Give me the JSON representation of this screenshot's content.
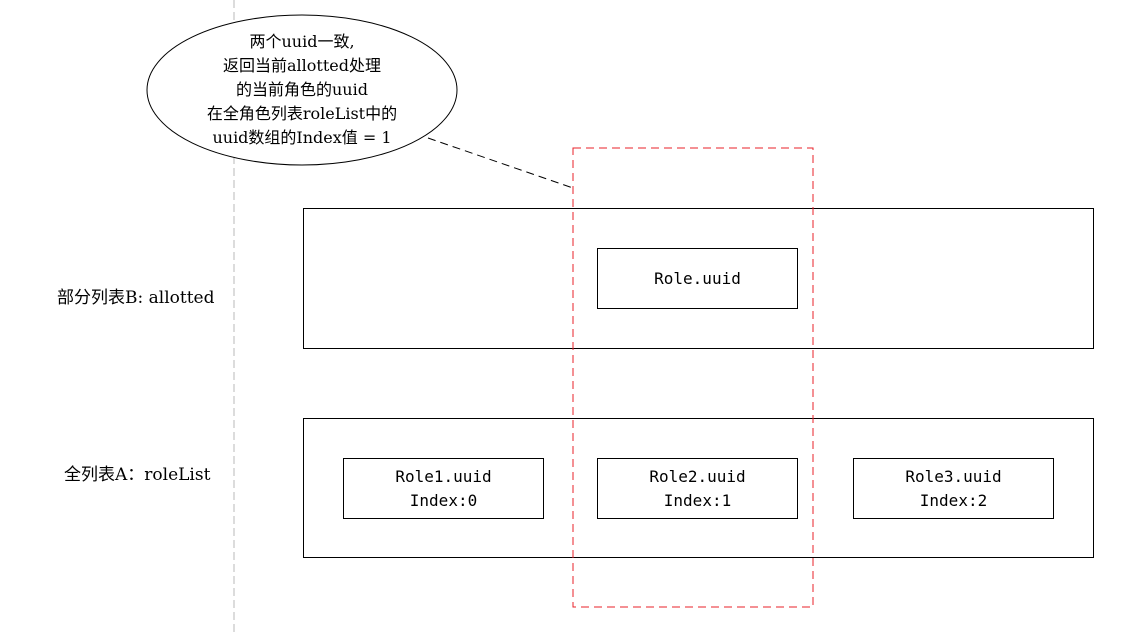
{
  "note_lines": [
    "两个uuid一致,",
    "返回当前allotted处理",
    "的当前角色的uuid",
    "在全角色列表roleList中的",
    "uuid数组的Index值 = 1"
  ],
  "partial_list": {
    "label": "部分列表B: allotted",
    "item": "Role.uuid"
  },
  "full_list": {
    "label": "全列表A：roleList",
    "items": [
      {
        "name": "Role1.uuid",
        "index": "Index:0"
      },
      {
        "name": "Role2.uuid",
        "index": "Index:1"
      },
      {
        "name": "Role3.uuid",
        "index": "Index:2"
      }
    ]
  },
  "colors": {
    "highlight": "#e8202a",
    "divider": "#b8b8b8",
    "stroke": "#000000"
  }
}
